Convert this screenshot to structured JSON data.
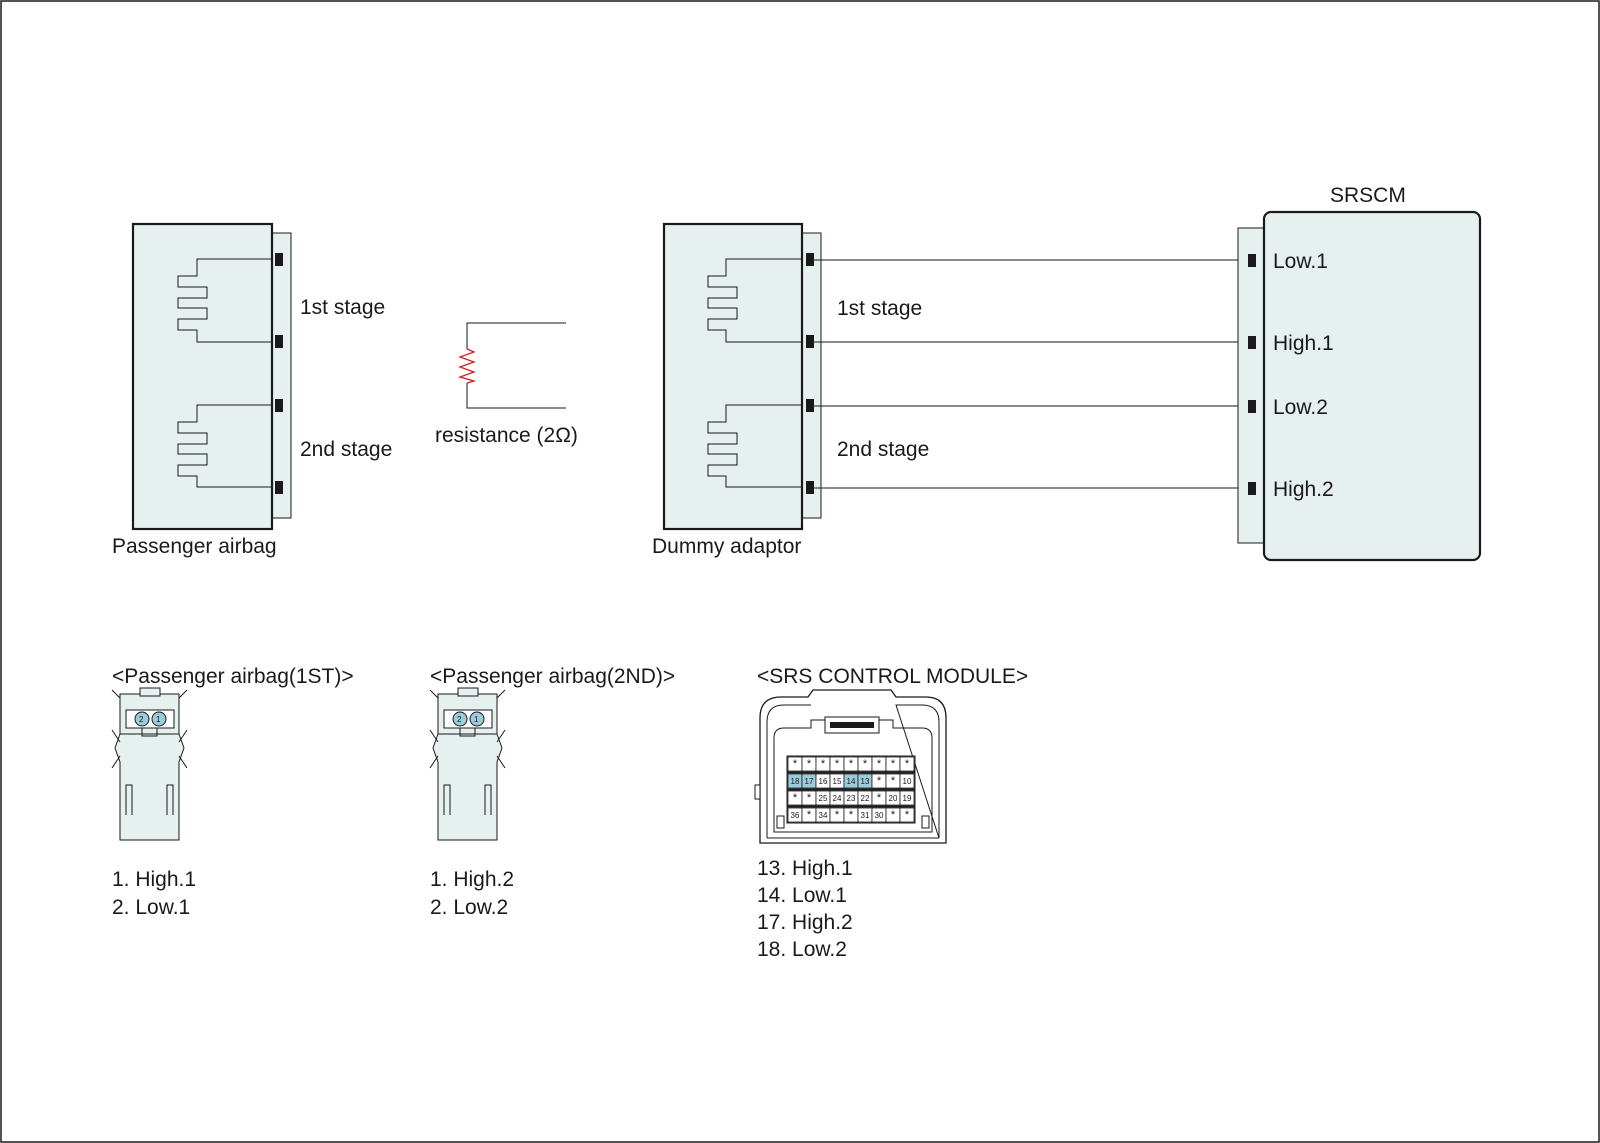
{
  "colors": {
    "box_fill": "#e6f0ef",
    "line": "#1a1a1a",
    "resistor": "#d42020",
    "pin_highlight": "#9ccbdb"
  },
  "top": {
    "passenger_airbag": {
      "caption": "Passenger airbag",
      "stage1": "1st stage",
      "stage2": "2nd stage"
    },
    "resistor": {
      "label": "resistance (2Ω)"
    },
    "dummy_adaptor": {
      "caption": "Dummy adaptor",
      "stage1": "1st stage",
      "stage2": "2nd stage"
    },
    "srscm": {
      "title": "SRSCM",
      "pins": [
        "Low.1",
        "High.1",
        "Low.2",
        "High.2"
      ]
    }
  },
  "connectors": {
    "airbag_1st": {
      "title": "<Passenger airbag(1ST)>",
      "pin_numbers": [
        "2",
        "1"
      ],
      "legend": [
        "1. High.1",
        "2. Low.1"
      ]
    },
    "airbag_2nd": {
      "title": "<Passenger airbag(2ND)>",
      "pin_numbers": [
        "2",
        "1"
      ],
      "legend": [
        "1. High.2",
        "2. Low.2"
      ]
    },
    "srs_module": {
      "title": "<SRS CONTROL MODULE>",
      "rows": [
        [
          "*",
          "*",
          "*",
          "*",
          "*",
          "*",
          "*",
          "*",
          "*"
        ],
        [
          "18",
          "17",
          "16",
          "15",
          "14",
          "13",
          "*",
          "*",
          "10"
        ],
        [
          "*",
          "*",
          "25",
          "24",
          "23",
          "22",
          "*",
          "20",
          "19"
        ],
        [
          "36",
          "*",
          "34",
          "*",
          "*",
          "31",
          "30",
          "*",
          "*"
        ]
      ],
      "highlighted_pins": [
        "18",
        "17",
        "14",
        "13"
      ],
      "legend": [
        "13. High.1",
        "14. Low.1",
        "17. High.2",
        "18. Low.2"
      ]
    }
  }
}
